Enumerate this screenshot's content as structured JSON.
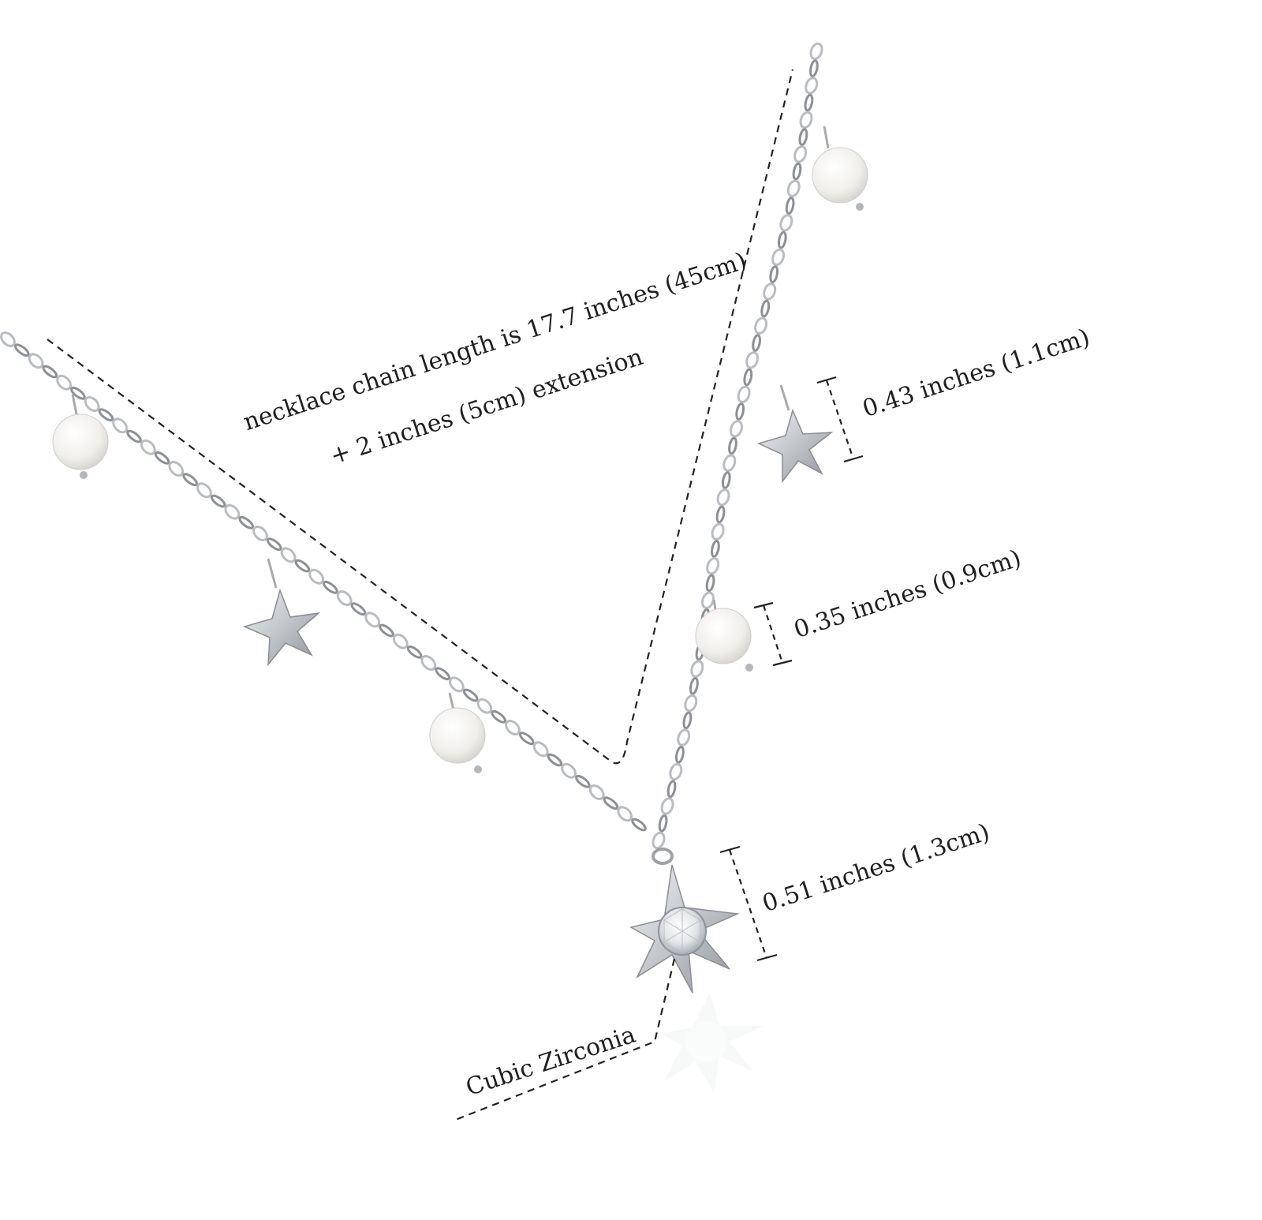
{
  "annotations": {
    "chain_length": "necklace chain length is 17.7 inches (45cm)",
    "extension": "+ 2 inches (5cm) extension",
    "star_charm_size": "0.43 inches (1.1cm)",
    "pearl_size": "0.35 inches (0.9cm)",
    "pendant_size": "0.51 inches (1.3cm)",
    "stone": "Cubic Zirconia"
  },
  "colors": {
    "background": "#ffffff",
    "metal": "#b9bcc1",
    "metal_dark": "#8d9096",
    "pearl": "#f6f4f1",
    "line": "#222222"
  }
}
